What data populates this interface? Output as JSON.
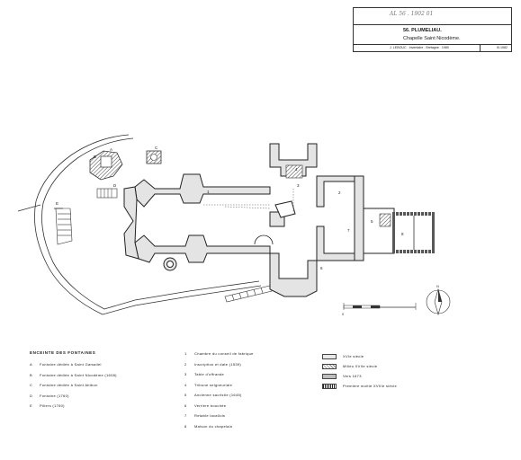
{
  "cartouche": {
    "ref": "AL 56 . 1902 01",
    "place": "56. PLUMELIAU.",
    "building": "Chapelle Saint Nicodème.",
    "author": "J. LEBOUC . Inventaire . Bretagne . 1980",
    "date": "III.1982"
  },
  "plan_numbers": [
    "1",
    "2",
    "3",
    "4",
    "5",
    "6",
    "7",
    "8"
  ],
  "plan_letters": [
    "A",
    "B",
    "C",
    "D",
    "E"
  ],
  "scale_label": "0",
  "north_label": "N",
  "legend_heading": "ENCEINTE DES FONTAINES",
  "fountains": [
    {
      "key": "A",
      "text": "Fontaine dédiée à Saint Gamaliel"
    },
    {
      "key": "B",
      "text": "Fontaine dédiée à Saint Nicodème (1608)"
    },
    {
      "key": "C",
      "text": "Fontaine dédiée à Saint Abibon"
    },
    {
      "key": "D",
      "text": "Fontaine (1760)"
    },
    {
      "key": "E",
      "text": "Piliers (1760)"
    }
  ],
  "rooms": [
    {
      "key": "1",
      "text": "Chambre du conseil de fabrique"
    },
    {
      "key": "2",
      "text": "Inscription et date (1539)"
    },
    {
      "key": "3",
      "text": "Table d'offrande"
    },
    {
      "key": "4",
      "text": "Tribune seigneuriale"
    },
    {
      "key": "5",
      "text": "Ancienne sacristie (1645)"
    },
    {
      "key": "6",
      "text": "Verrière bouchée"
    },
    {
      "key": "7",
      "text": "Retable lavallois"
    },
    {
      "key": "8",
      "text": "Maison du chapelain"
    }
  ],
  "periods": [
    {
      "text": "XVIe siècle"
    },
    {
      "text": "Milieu XVIIe siècle"
    },
    {
      "text": "Vers 1673"
    },
    {
      "text": "Première moitié XVIIIe siècle"
    }
  ]
}
